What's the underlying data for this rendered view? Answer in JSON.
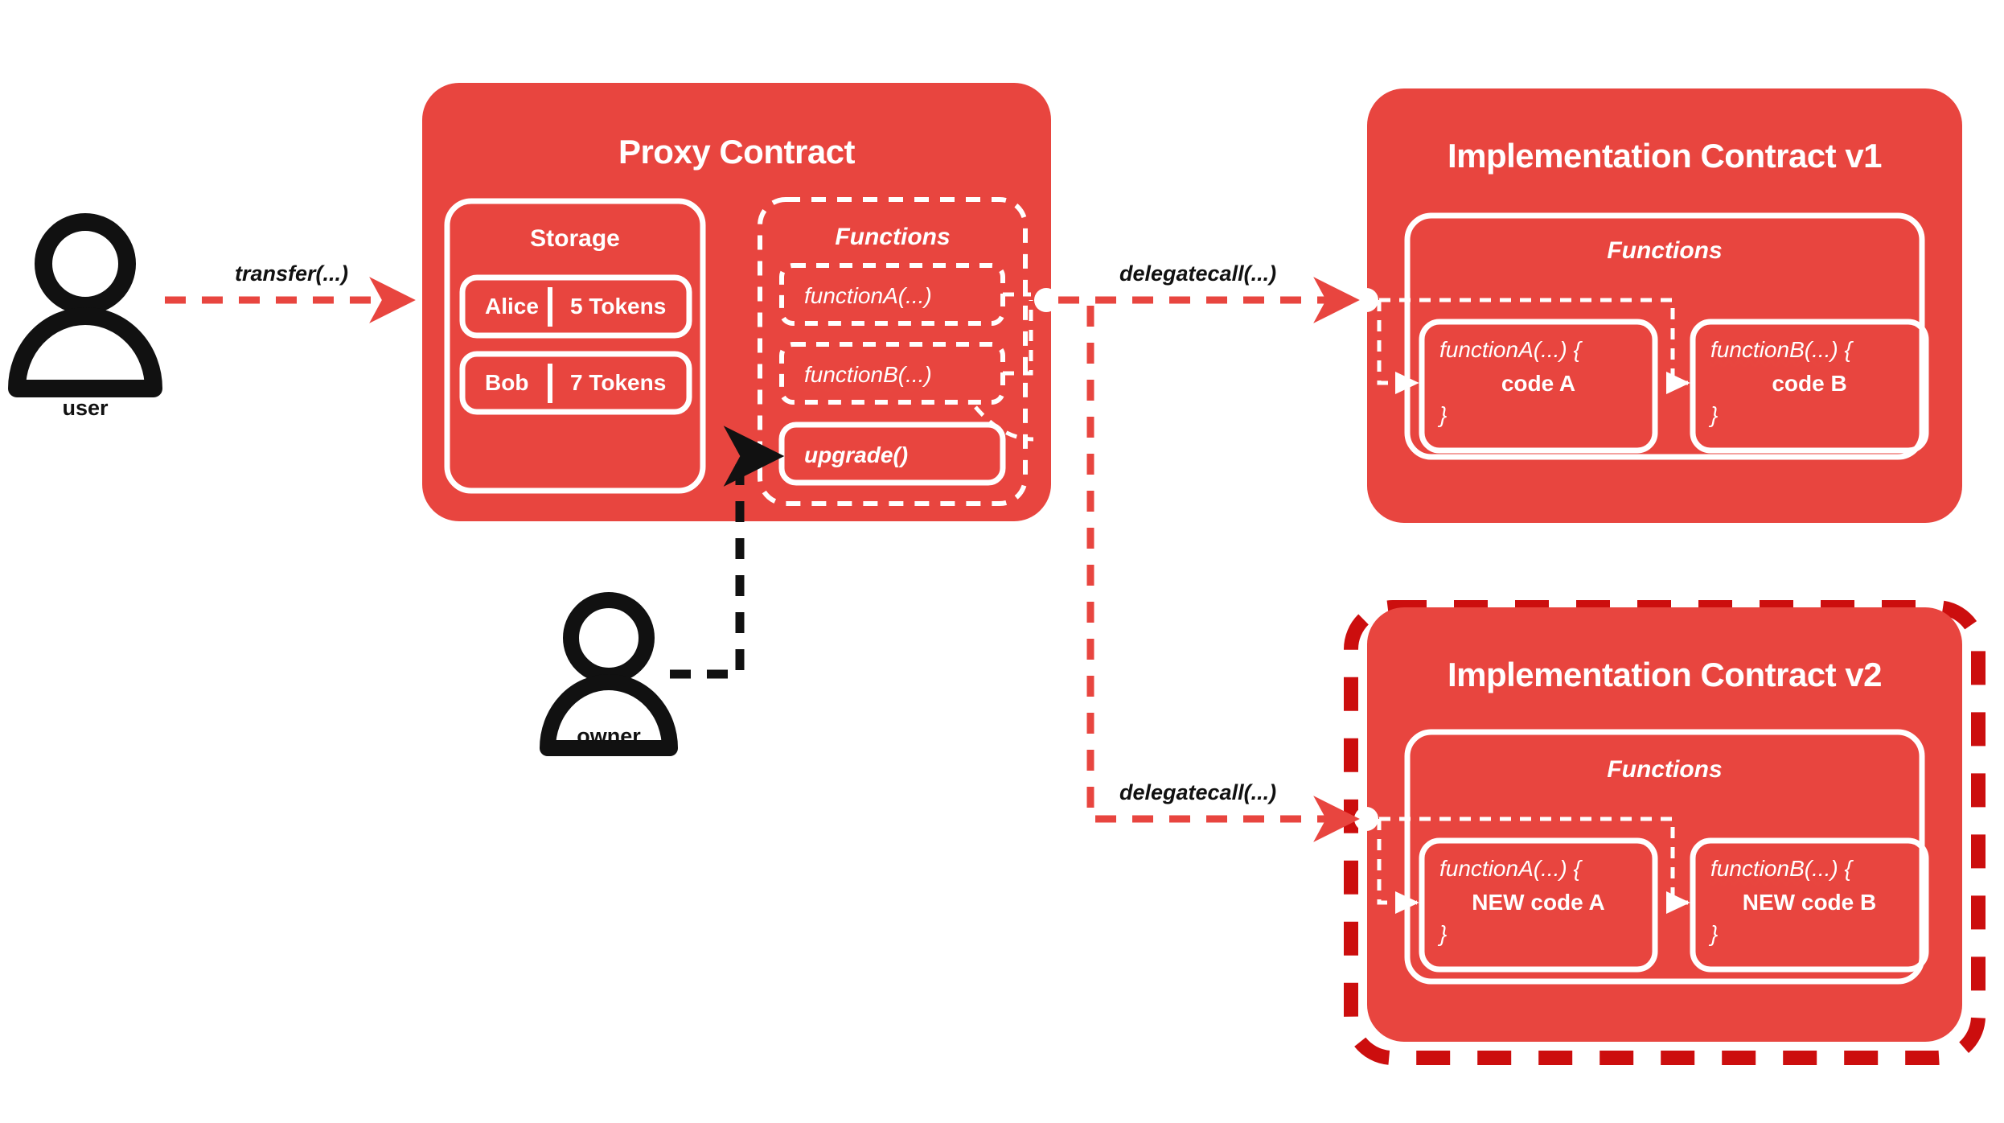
{
  "theme": {
    "brand_red": "#E8453F",
    "deep_red": "#CC0E0E",
    "white": "#FFFFFF",
    "black": "#111111",
    "background": "#FFFFFF"
  },
  "actors": [
    {
      "id": "user",
      "label": "user",
      "icon": "person-icon"
    },
    {
      "id": "owner",
      "label": "owner",
      "icon": "person-icon"
    }
  ],
  "edges": [
    {
      "id": "transfer",
      "label": "transfer(...)",
      "from": "user",
      "to": "proxy",
      "style": "dashed-red"
    },
    {
      "id": "delegatecall1",
      "label": "delegatecall(...)",
      "from": "proxy",
      "to": "impl_v1",
      "style": "dashed-red"
    },
    {
      "id": "delegatecall2",
      "label": "delegatecall(...)",
      "from": "proxy",
      "to": "impl_v2",
      "style": "dashed-red"
    },
    {
      "id": "upgrade",
      "label": "",
      "from": "owner",
      "to": "upgrade-function",
      "style": "dashed-black"
    }
  ],
  "proxy": {
    "title": "Proxy Contract",
    "storage": {
      "title": "Storage",
      "rows": [
        {
          "name": "Alice",
          "divider": "|",
          "value": "5 Tokens"
        },
        {
          "name": "Bob",
          "divider": "|",
          "value": "7 Tokens"
        }
      ]
    },
    "functions": {
      "title": "Functions",
      "items": [
        {
          "label": "functionA(...)",
          "variant": "dashed",
          "spellcheck": false
        },
        {
          "label": "functionB(...)",
          "variant": "dashed",
          "spellcheck": true
        },
        {
          "label": "upgrade()",
          "variant": "solid",
          "spellcheck": false
        }
      ]
    }
  },
  "implementations": [
    {
      "id": "impl_v1",
      "title": "Implementation Contract v1",
      "highlighted": false,
      "functions": {
        "title": "Functions",
        "items": [
          {
            "signature": "functionA(...) {",
            "body": "code A",
            "close": "}",
            "spellcheck": false
          },
          {
            "signature": "functionB(...) {",
            "body": "code B",
            "close": "}",
            "spellcheck": true
          }
        ]
      }
    },
    {
      "id": "impl_v2",
      "title": "Implementation Contract v2",
      "highlighted": true,
      "functions": {
        "title": "Functions",
        "items": [
          {
            "signature": "functionA(...) {",
            "body": "NEW code A",
            "close": "}",
            "spellcheck": false
          },
          {
            "signature": "functionB(...) {",
            "body": "NEW code B",
            "close": "}",
            "spellcheck": true
          }
        ]
      }
    }
  ]
}
